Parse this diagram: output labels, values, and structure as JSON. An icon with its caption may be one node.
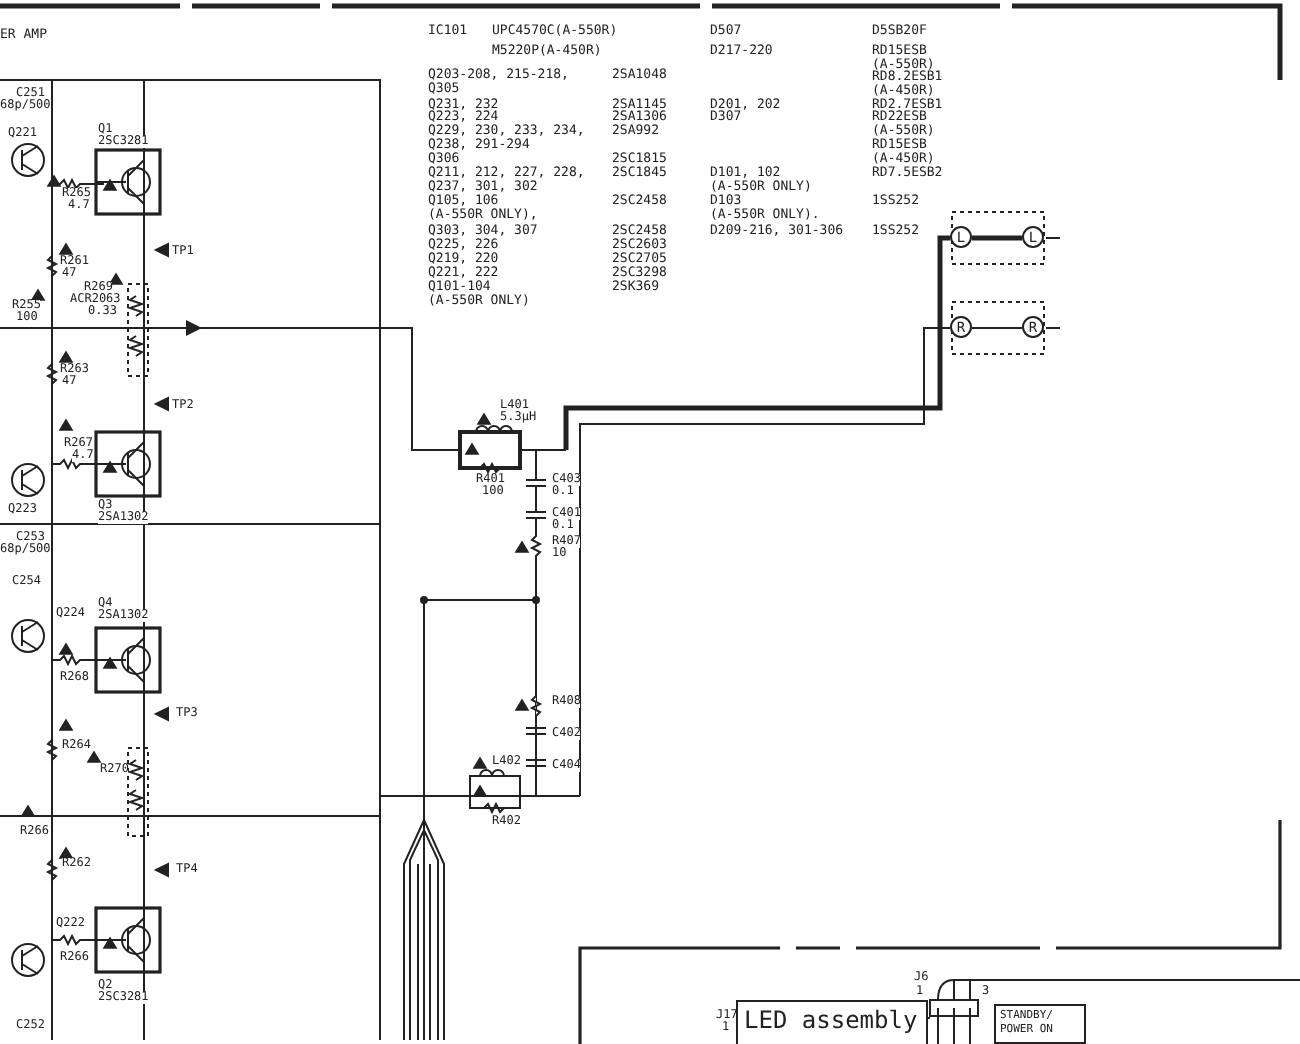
{
  "diagram": {
    "title": "ER AMP",
    "nodes": [
      {
        "text": [
          "L"
        ]
      },
      {
        "text": [
          "L"
        ]
      },
      {
        "text": [
          "R"
        ]
      },
      {
        "text": [
          "R"
        ]
      },
      {
        "text": [
          "LED assembly"
        ]
      },
      {
        "text": [
          "STANDBY/ POWER ON"
        ]
      }
    ],
    "edges": [
      {
        "from": 0,
        "to": 1,
        "arrow": "none",
        "style": "thick"
      },
      {
        "from": 2,
        "to": 3,
        "arrow": "none"
      },
      {
        "from": null,
        "to": 0,
        "arrow": "none",
        "style": "thick"
      },
      {
        "from": null,
        "to": 2,
        "arrow": "none"
      }
    ],
    "labels": [
      "IC101",
      "UPC4570C(A-550R)",
      "M5220P(A-450R)",
      "Q203-208, 215-218,",
      "2SA1048",
      "Q305",
      "Q231, 232",
      "2SA1145",
      "Q223, 224",
      "2SA1306",
      "Q229, 230, 233, 234,",
      "2SA992",
      "Q238, 291-294",
      "Q306",
      "2SC1815",
      "Q211, 212, 227, 228,",
      "2SC1845",
      "Q237, 301, 302",
      "Q105, 106",
      "2SC2458",
      "(A-550R ONLY),",
      "Q303, 304, 307",
      "2SC2458",
      "Q225, 226",
      "2SC2603",
      "Q219, 220",
      "2SC2705",
      "Q221, 222",
      "2SC3298",
      "Q101-104",
      "2SK369",
      "(A-550R ONLY)",
      "D507",
      "D5SB20F",
      "D217-220",
      "RD15ESB",
      "(A-550R)",
      "RD8.2ESB1",
      "(A-450R)",
      "D201, 202",
      "RD2.7ESB1",
      "D307",
      "RD22ESB",
      "(A-550R)",
      "RD15ESB",
      "(A-450R)",
      "D101, 102",
      "RD7.5ESB2",
      "(A-550R ONLY)",
      "D103",
      "1SS252",
      "(A-550R ONLY).",
      "D209-216, 301-306",
      "1SS252",
      "C251",
      "68p/500",
      "Q221",
      "Q1",
      "2SC3281",
      "R265",
      "4.7",
      "TP1",
      "R261",
      "47",
      "R269",
      "ACR2063",
      "0.33",
      "R255",
      "100",
      "R263",
      "47",
      "TP2",
      "R267",
      "4.7",
      "Q223",
      "Q3",
      "2SA1302",
      "C253",
      "68p/500",
      "C254",
      "Q224",
      "Q4",
      "2SA1302",
      "R268",
      "TP3",
      "R264",
      "R270",
      "R266",
      "R262",
      "TP4",
      "Q222",
      "R266",
      "Q2",
      "2SC3281",
      "C252",
      "L401",
      "5.3μH",
      "R401",
      "100",
      "C403",
      "0.1",
      "C401",
      "0.1",
      "R407",
      "10",
      "R408",
      "C402",
      "L402",
      "C404",
      "R402",
      "J6",
      "1",
      "3",
      "J17",
      "1"
    ]
  }
}
